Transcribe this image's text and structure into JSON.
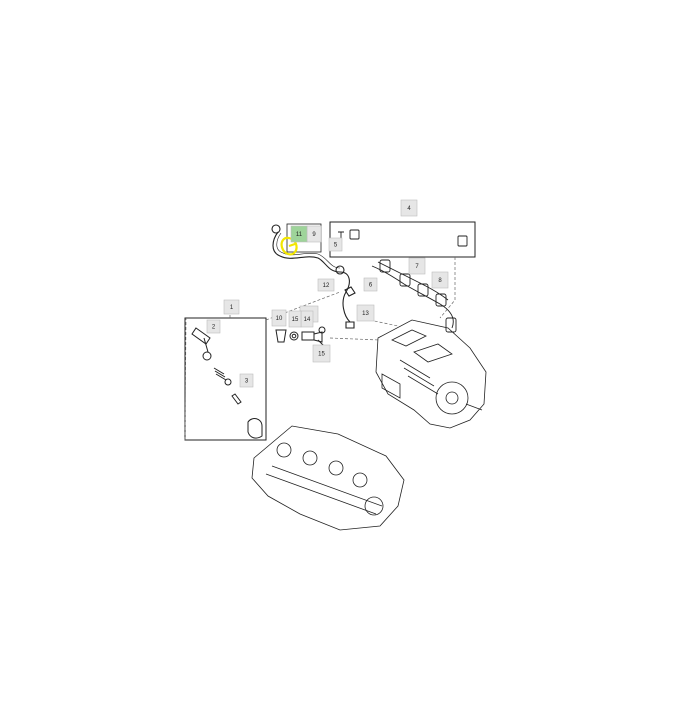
{
  "diagram": {
    "callouts": [
      {
        "id": "1",
        "label": "1",
        "highlight": false
      },
      {
        "id": "2",
        "label": "2",
        "highlight": false
      },
      {
        "id": "3",
        "label": "3",
        "highlight": false
      },
      {
        "id": "4",
        "label": "4",
        "highlight": false
      },
      {
        "id": "5",
        "label": "5",
        "highlight": false
      },
      {
        "id": "6",
        "label": "6",
        "highlight": false
      },
      {
        "id": "7",
        "label": "7",
        "highlight": false
      },
      {
        "id": "8",
        "label": "8",
        "highlight": false
      },
      {
        "id": "9",
        "label": "9",
        "highlight": false
      },
      {
        "id": "10",
        "label": "10",
        "highlight": false
      },
      {
        "id": "11",
        "label": "11",
        "highlight": true
      },
      {
        "id": "12a",
        "label": "12",
        "highlight": false
      },
      {
        "id": "12b",
        "label": "12",
        "highlight": false
      },
      {
        "id": "13",
        "label": "13",
        "highlight": false
      },
      {
        "id": "14",
        "label": "14",
        "highlight": false
      },
      {
        "id": "15a",
        "label": "15",
        "highlight": false
      },
      {
        "id": "15b",
        "label": "15",
        "highlight": false
      }
    ],
    "colors": {
      "callout_fill": "#e6e6e6",
      "callout_border": "#bdbdbd",
      "highlight_fill": "#9ed49a",
      "selected_part": "#f2e600",
      "line": "#222222",
      "leader": "#888888"
    }
  }
}
